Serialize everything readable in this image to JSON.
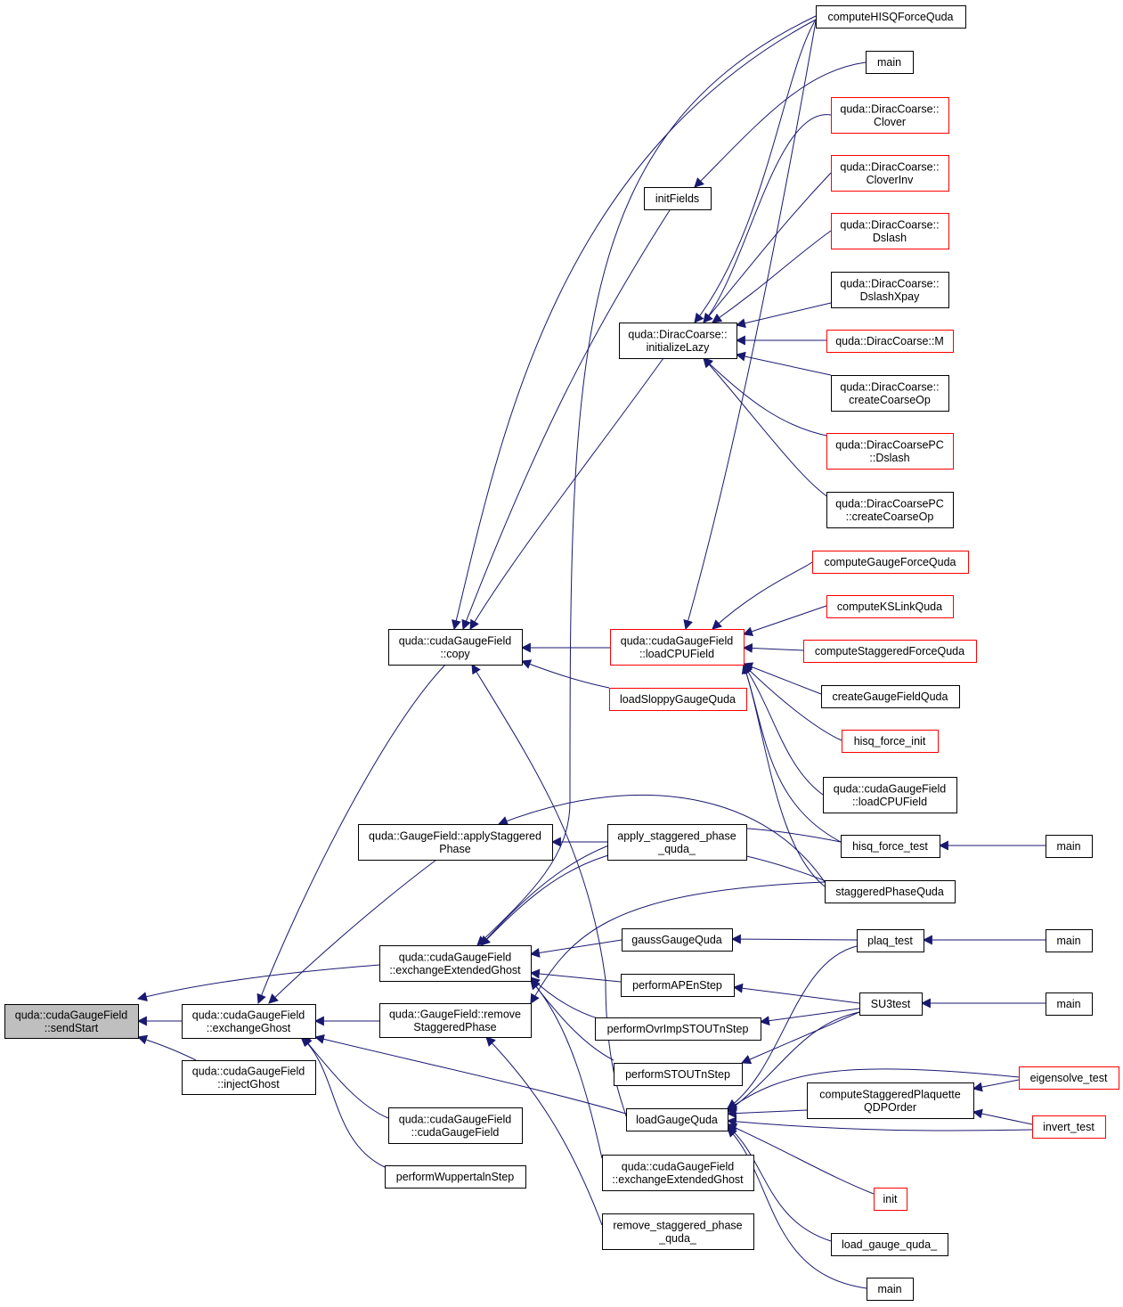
{
  "nodes": {
    "sendStart": {
      "lines": [
        "quda::cudaGaugeField",
        "::sendStart"
      ],
      "style": "root"
    },
    "exchangeGhost": {
      "lines": [
        "quda::cudaGaugeField",
        "::exchangeGhost"
      ],
      "style": "black"
    },
    "injectGhost": {
      "lines": [
        "quda::cudaGaugeField",
        "::injectGhost"
      ],
      "style": "black"
    },
    "copy": {
      "lines": [
        "quda::cudaGaugeField",
        "::copy"
      ],
      "style": "black"
    },
    "applyStaggeredPhase": {
      "lines": [
        "quda::GaugeField::applyStaggered",
        "Phase"
      ],
      "style": "black"
    },
    "exchangeExtendedGhost": {
      "lines": [
        "quda::cudaGaugeField",
        "::exchangeExtendedGhost"
      ],
      "style": "black"
    },
    "removeStaggeredPhase": {
      "lines": [
        "quda::GaugeField::remove",
        "StaggeredPhase"
      ],
      "style": "black"
    },
    "cudaGaugeFieldCtor": {
      "lines": [
        "quda::cudaGaugeField",
        "::cudaGaugeField"
      ],
      "style": "black"
    },
    "performWuppertalnStep": {
      "lines": [
        "performWuppertalnStep"
      ],
      "style": "black"
    },
    "initFields": {
      "lines": [
        "initFields"
      ],
      "style": "black"
    },
    "initializeLazy": {
      "lines": [
        "quda::DiracCoarse::",
        "initializeLazy"
      ],
      "style": "black"
    },
    "loadCPUField": {
      "lines": [
        "quda::cudaGaugeField",
        "::loadCPUField"
      ],
      "style": "red"
    },
    "loadSloppyGaugeQuda": {
      "lines": [
        "loadSloppyGaugeQuda"
      ],
      "style": "red"
    },
    "apply_staggered_phase_quda_": {
      "lines": [
        "apply_staggered_phase",
        "_quda_"
      ],
      "style": "black"
    },
    "gaussGaugeQuda": {
      "lines": [
        "gaussGaugeQuda"
      ],
      "style": "black"
    },
    "performAPEnStep": {
      "lines": [
        "performAPEnStep"
      ],
      "style": "black"
    },
    "performOvrImpSTOUTnStep": {
      "lines": [
        "performOvrImpSTOUTnStep"
      ],
      "style": "black"
    },
    "performSTOUTnStep": {
      "lines": [
        "performSTOUTnStep"
      ],
      "style": "black"
    },
    "loadGaugeQuda": {
      "lines": [
        "loadGaugeQuda"
      ],
      "style": "black"
    },
    "exchangeExtendedGhost2": {
      "lines": [
        "quda::cudaGaugeField",
        "::exchangeExtendedGhost"
      ],
      "style": "black"
    },
    "remove_staggered_phase_quda_": {
      "lines": [
        "remove_staggered_phase",
        "_quda_"
      ],
      "style": "black"
    },
    "computeHISQForceQuda": {
      "lines": [
        "computeHISQForceQuda"
      ],
      "style": "black"
    },
    "main_top": {
      "lines": [
        "main"
      ],
      "style": "black"
    },
    "DC_Clover": {
      "lines": [
        "quda::DiracCoarse::",
        "Clover"
      ],
      "style": "red"
    },
    "DC_CloverInv": {
      "lines": [
        "quda::DiracCoarse::",
        "CloverInv"
      ],
      "style": "red"
    },
    "DC_Dslash": {
      "lines": [
        "quda::DiracCoarse::",
        "Dslash"
      ],
      "style": "red"
    },
    "DC_DslashXpay": {
      "lines": [
        "quda::DiracCoarse::",
        "DslashXpay"
      ],
      "style": "black"
    },
    "DC_M": {
      "lines": [
        "quda::DiracCoarse::M"
      ],
      "style": "red"
    },
    "DC_createCoarseOp": {
      "lines": [
        "quda::DiracCoarse::",
        "createCoarseOp"
      ],
      "style": "black"
    },
    "DCPC_Dslash": {
      "lines": [
        "quda::DiracCoarsePC",
        "::Dslash"
      ],
      "style": "red"
    },
    "DCPC_createCoarseOp": {
      "lines": [
        "quda::DiracCoarsePC",
        "::createCoarseOp"
      ],
      "style": "black"
    },
    "computeGaugeForceQuda": {
      "lines": [
        "computeGaugeForceQuda"
      ],
      "style": "red"
    },
    "computeKSLinkQuda": {
      "lines": [
        "computeKSLinkQuda"
      ],
      "style": "red"
    },
    "computeStaggeredForceQuda": {
      "lines": [
        "computeStaggeredForceQuda"
      ],
      "style": "red"
    },
    "createGaugeFieldQuda": {
      "lines": [
        "createGaugeFieldQuda"
      ],
      "style": "black"
    },
    "hisq_force_init": {
      "lines": [
        "hisq_force_init"
      ],
      "style": "red"
    },
    "loadCPUField2": {
      "lines": [
        "quda::cudaGaugeField",
        "::loadCPUField"
      ],
      "style": "black"
    },
    "hisq_force_test": {
      "lines": [
        "hisq_force_test"
      ],
      "style": "black"
    },
    "main_hisq": {
      "lines": [
        "main"
      ],
      "style": "black"
    },
    "staggeredPhaseQuda": {
      "lines": [
        "staggeredPhaseQuda"
      ],
      "style": "black"
    },
    "plaq_test": {
      "lines": [
        "plaq_test"
      ],
      "style": "black"
    },
    "main_plaq": {
      "lines": [
        "main"
      ],
      "style": "black"
    },
    "SU3test": {
      "lines": [
        "SU3test"
      ],
      "style": "black"
    },
    "main_su3": {
      "lines": [
        "main"
      ],
      "style": "black"
    },
    "eigensolve_test": {
      "lines": [
        "eigensolve_test"
      ],
      "style": "red"
    },
    "computeStaggeredPlaquetteQDPOrder": {
      "lines": [
        "computeStaggeredPlaquette",
        "QDPOrder"
      ],
      "style": "black"
    },
    "invert_test": {
      "lines": [
        "invert_test"
      ],
      "style": "red"
    },
    "init": {
      "lines": [
        "init"
      ],
      "style": "red"
    },
    "load_gauge_quda_": {
      "lines": [
        "load_gauge_quda_"
      ],
      "style": "black"
    },
    "main_bottom": {
      "lines": [
        "main"
      ],
      "style": "black"
    }
  },
  "colors": {
    "edge": "#191970",
    "border_default": "#000000",
    "border_red": "#ff0000",
    "root_fill": "#bfbfbf"
  }
}
